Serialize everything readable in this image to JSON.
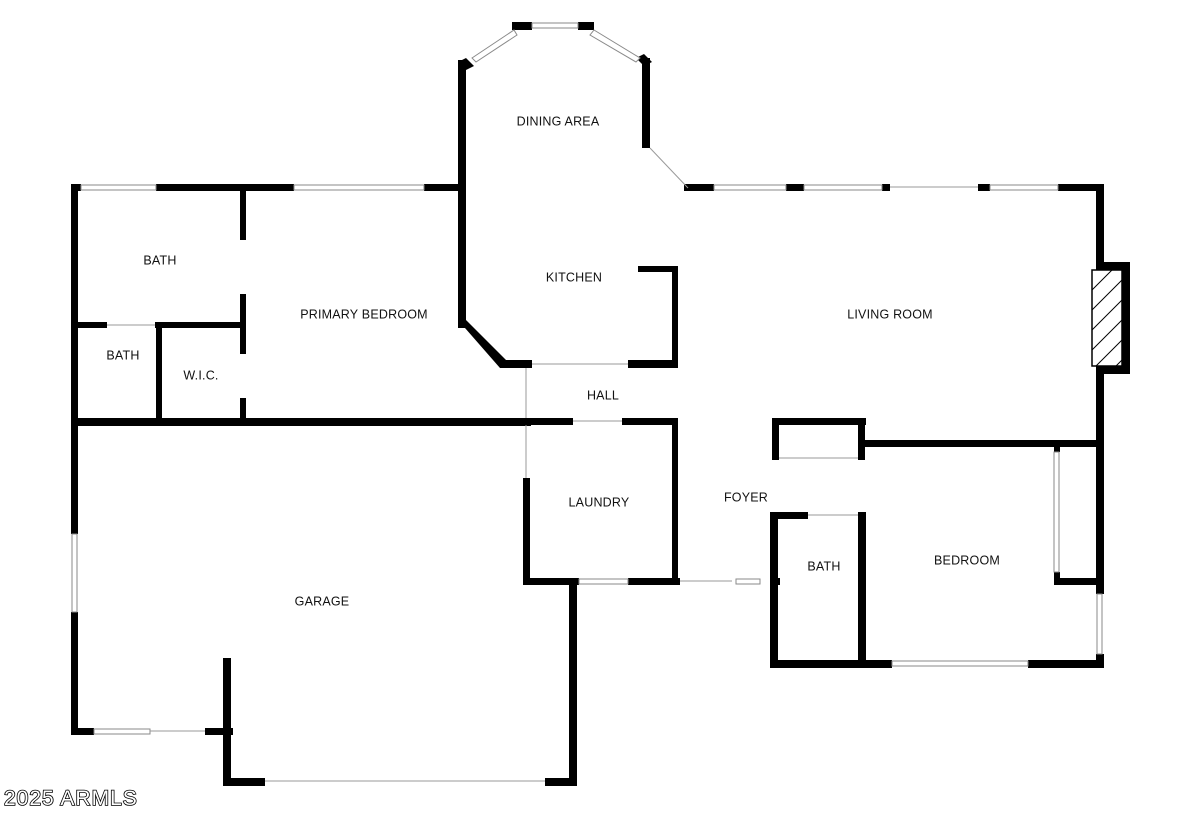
{
  "rooms": {
    "dining_area": "DINING AREA",
    "kitchen": "KITCHEN",
    "living_room": "LIVING ROOM",
    "bath_upper_left": "BATH",
    "bath_lower_left": "BATH",
    "primary_bedroom": "PRIMARY BEDROOM",
    "wic": "W.I.C.",
    "hall": "HALL",
    "laundry": "LAUNDRY",
    "foyer": "FOYER",
    "bath_right": "BATH",
    "bedroom": "BEDROOM",
    "garage": "GARAGE"
  },
  "watermark": "2025 ARMLS",
  "colors": {
    "wall": "#000000",
    "background": "#ffffff",
    "window_frame": "#8a8a8a"
  }
}
